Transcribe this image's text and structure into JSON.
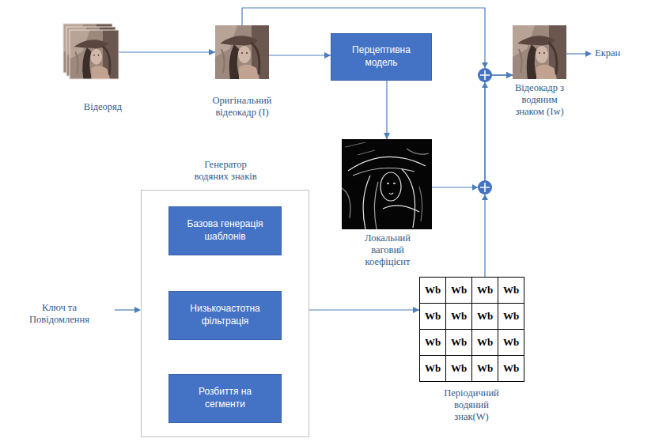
{
  "diagram": {
    "nodes": [
      {
        "text": [
          "Відеоряд"
        ]
      },
      {
        "text": [
          "Оригінальний відеокадр (I)"
        ]
      },
      {
        "text": [
          "Перцептивна модель"
        ]
      },
      {
        "text": [
          "Відеокадр з водяним знаком (Iw)"
        ]
      },
      {
        "text": [
          "Локальний ваговий коефіцієнт"
        ]
      },
      {
        "text": [
          "Генератор водяних знаків"
        ]
      },
      {
        "text": [
          "Базова генерація шаблонів"
        ],
        "in": 5
      },
      {
        "text": [
          "Низькочастотна фільтрація"
        ],
        "in": 5
      },
      {
        "text": [
          "Розбиття на сегменти"
        ],
        "in": 5
      },
      {
        "text": [
          "Періодичний водяний знак(W)"
        ]
      }
    ],
    "edges": [
      {
        "from": 0,
        "to": 1,
        "arrow": "to"
      },
      {
        "from": 1,
        "to": 2,
        "arrow": "to"
      },
      {
        "from": 1,
        "to": 3,
        "arrow": "to"
      },
      {
        "from": 2,
        "to": 4,
        "arrow": "to"
      },
      {
        "from": 4,
        "to": 3,
        "arrow": "to"
      },
      {
        "from": 5,
        "to": 9,
        "arrow": "to"
      },
      {
        "from": 9,
        "to": 3,
        "arrow": "to"
      }
    ],
    "labels": [
      "Ключ та Повідомлення",
      "Екран",
      "Wb",
      "Wb",
      "Wb",
      "Wb",
      "Wb",
      "Wb",
      "Wb",
      "Wb",
      "Wb",
      "Wb",
      "Wb",
      "Wb",
      "Wb",
      "Wb",
      "Wb",
      "Wb"
    ]
  }
}
